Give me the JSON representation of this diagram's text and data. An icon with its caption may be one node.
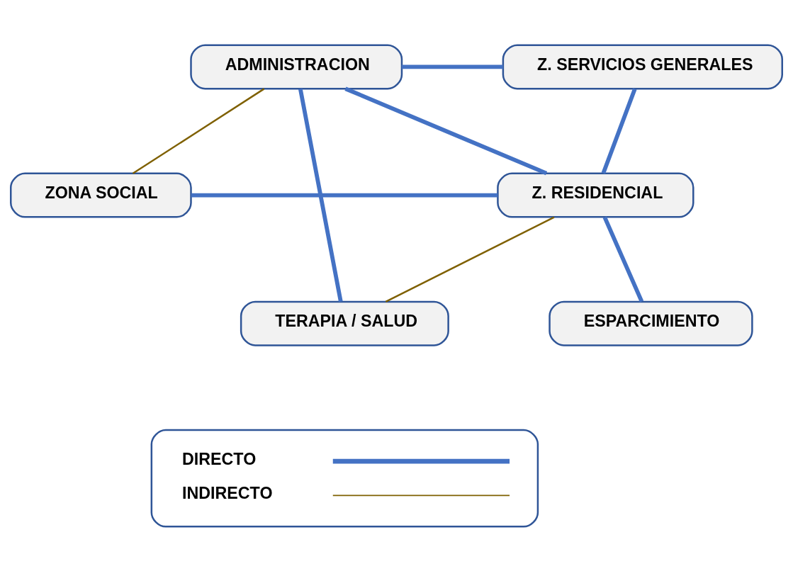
{
  "diagram": {
    "nodes": [
      {
        "text": [
          "ADMINISTRACION"
        ]
      },
      {
        "text": [
          "Z. SERVICIOS GENERALES"
        ]
      },
      {
        "text": [
          "ZONA SOCIAL"
        ]
      },
      {
        "text": [
          "Z. RESIDENCIAL"
        ]
      },
      {
        "text": [
          "TERAPIA / SALUD"
        ]
      },
      {
        "text": [
          "ESPARCIMIENTO"
        ]
      }
    ],
    "edges": [
      {
        "from": 0,
        "to": 1,
        "arrow": "none"
      },
      {
        "from": 0,
        "to": 3,
        "arrow": "none"
      },
      {
        "from": 0,
        "to": 4,
        "arrow": "none"
      },
      {
        "from": 0,
        "to": 2,
        "arrow": "none",
        "color": "#7f6000"
      },
      {
        "from": 1,
        "to": 3,
        "arrow": "none"
      },
      {
        "from": 2,
        "to": 3,
        "arrow": "none"
      },
      {
        "from": 3,
        "to": 4,
        "arrow": "none",
        "color": "#7f6000"
      },
      {
        "from": 3,
        "to": 5,
        "arrow": "none"
      }
    ],
    "legend": [
      {
        "text": "DIRECTO"
      },
      {
        "text": "INDIRECTO"
      }
    ]
  }
}
